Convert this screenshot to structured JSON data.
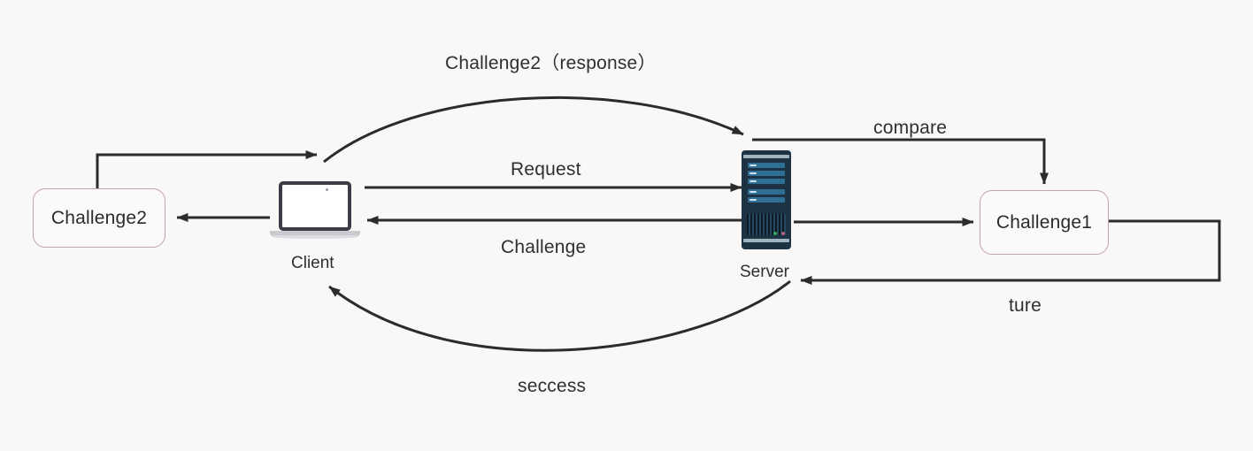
{
  "diagram": {
    "title": "Challenge-Response Authentication Flow",
    "background_color": "#f8f8f8",
    "line_color": "#2b2b2b",
    "box_border_color": "#c3a3ab",
    "box_fill_color": "#fbfafa"
  },
  "nodes": {
    "challenge2": {
      "label": "Challenge2"
    },
    "challenge1": {
      "label": "Challenge1"
    },
    "client": {
      "label": "Client",
      "icon": "laptop-icon"
    },
    "server": {
      "label": "Server",
      "icon": "server-tower-icon"
    }
  },
  "edges": [
    {
      "id": "challenge2-response",
      "label": "Challenge2（response）",
      "from": "client",
      "to": "server"
    },
    {
      "id": "request",
      "label": "Request",
      "from": "client",
      "to": "server"
    },
    {
      "id": "challenge",
      "label": "Challenge",
      "from": "server",
      "to": "client"
    },
    {
      "id": "compare",
      "label": "compare",
      "from": "server",
      "to": "challenge1"
    },
    {
      "id": "ture",
      "label": "ture",
      "from": "challenge1",
      "to": "server"
    },
    {
      "id": "seccess",
      "label": "seccess",
      "from": "server",
      "to": "client"
    },
    {
      "id": "challenge2-to-client",
      "label": "",
      "from": "challenge2",
      "to": "client"
    },
    {
      "id": "challenge2-feedback",
      "label": "",
      "from": "challenge2",
      "to": "response-curve"
    },
    {
      "id": "server-to-challenge1",
      "label": "",
      "from": "server",
      "to": "challenge1"
    }
  ]
}
